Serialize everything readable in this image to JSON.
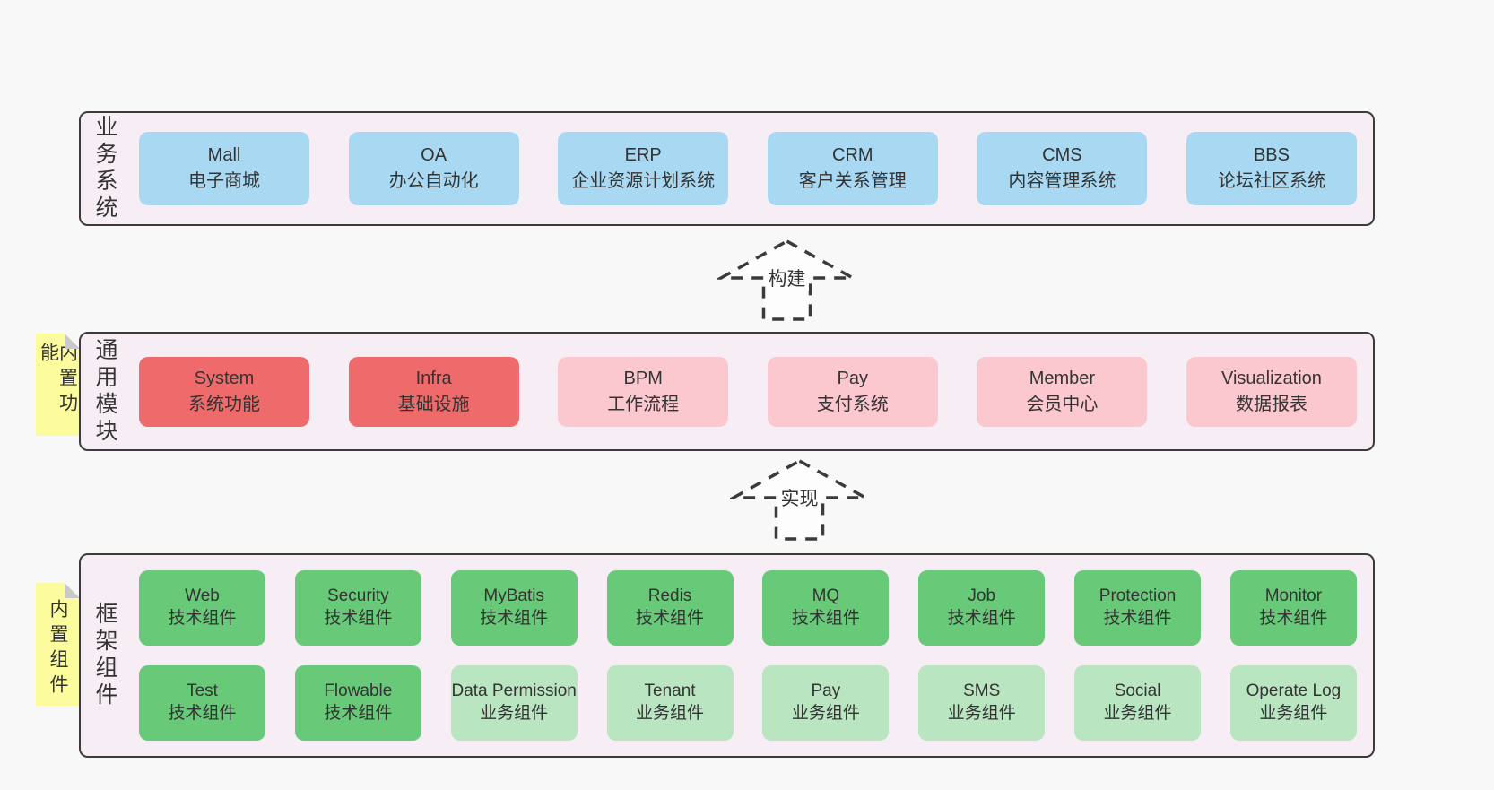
{
  "colors": {
    "page_background": "#f8f8f8",
    "layer_background": "#f7edf5",
    "layer_border": "#3b3b3b",
    "blue_box": "#a8d8f2",
    "red_box": "#ef6b6b",
    "pink_box": "#fcc8d0",
    "green_box": "#68ca79",
    "light_green_box": "#b9e6c1",
    "sticky_note": "#fcfc9e",
    "sticky_fold": "#c9c9c9",
    "text": "#333333"
  },
  "arrows": [
    {
      "label": "构建"
    },
    {
      "label": "实现"
    }
  ],
  "layers": [
    {
      "label": "业务系统",
      "boxes": [
        {
          "title": "Mall",
          "subtitle": "电子商城"
        },
        {
          "title": "OA",
          "subtitle": "办公自动化"
        },
        {
          "title": "ERP",
          "subtitle": "企业资源计划系统"
        },
        {
          "title": "CRM",
          "subtitle": "客户关系管理"
        },
        {
          "title": "CMS",
          "subtitle": "内容管理系统"
        },
        {
          "title": "BBS",
          "subtitle": "论坛社区系统"
        }
      ]
    },
    {
      "label": "通用模块",
      "sticky": "内置功能",
      "boxes": [
        {
          "title": "System",
          "subtitle": "系统功能"
        },
        {
          "title": "Infra",
          "subtitle": "基础设施"
        },
        {
          "title": "BPM",
          "subtitle": "工作流程"
        },
        {
          "title": "Pay",
          "subtitle": "支付系统"
        },
        {
          "title": "Member",
          "subtitle": "会员中心"
        },
        {
          "title": "Visualization",
          "subtitle": "数据报表"
        }
      ]
    },
    {
      "label": "框架组件",
      "sticky": "内置组件",
      "rows": [
        [
          {
            "title": "Web",
            "subtitle": "技术组件"
          },
          {
            "title": "Security",
            "subtitle": "技术组件"
          },
          {
            "title": "MyBatis",
            "subtitle": "技术组件"
          },
          {
            "title": "Redis",
            "subtitle": "技术组件"
          },
          {
            "title": "MQ",
            "subtitle": "技术组件"
          },
          {
            "title": "Job",
            "subtitle": "技术组件"
          },
          {
            "title": "Protection",
            "subtitle": "技术组件"
          },
          {
            "title": "Monitor",
            "subtitle": "技术组件"
          }
        ],
        [
          {
            "title": "Test",
            "subtitle": "技术组件"
          },
          {
            "title": "Flowable",
            "subtitle": "技术组件"
          },
          {
            "title": "Data Permission",
            "subtitle": "业务组件"
          },
          {
            "title": "Tenant",
            "subtitle": "业务组件"
          },
          {
            "title": "Pay",
            "subtitle": "业务组件"
          },
          {
            "title": "SMS",
            "subtitle": "业务组件"
          },
          {
            "title": "Social",
            "subtitle": "业务组件"
          },
          {
            "title": "Operate Log",
            "subtitle": "业务组件"
          }
        ]
      ]
    }
  ]
}
